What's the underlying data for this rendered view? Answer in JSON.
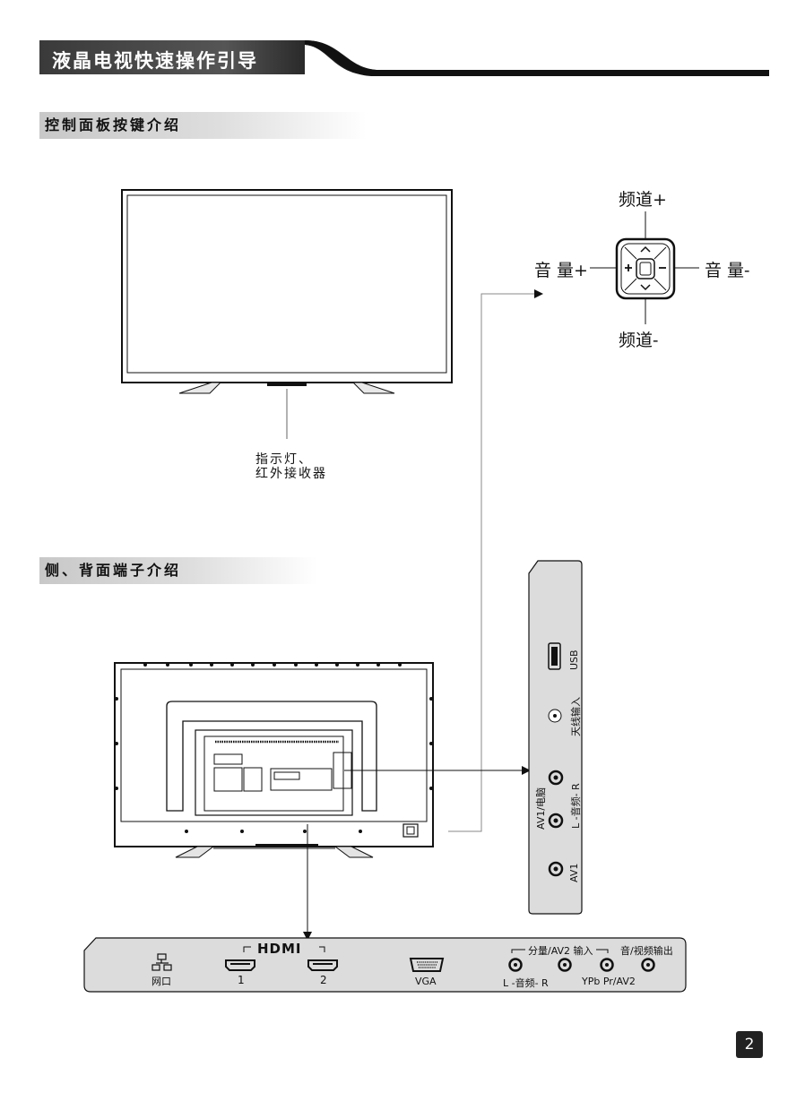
{
  "header": {
    "title": "液晶电视快速操作引导"
  },
  "sections": {
    "control_panel": "控制面板按键介绍",
    "rear_ports": "侧、背面端子介绍"
  },
  "keypad": {
    "top": "频道+",
    "bottom": "频道-",
    "left": "音 量+",
    "right": "音 量-"
  },
  "indicator_note": {
    "line1": "指示灯、",
    "line2": "红外接收器"
  },
  "side_panel": {
    "usb": "USB",
    "antenna": "天线输入",
    "av1_pc_group": "AV1/电脑",
    "audio_lr": "L -音频- R",
    "av1": "AV1"
  },
  "bottom_panel": {
    "lan": "网口",
    "hdmi_logo": "HDMI",
    "hdmi1": "1",
    "hdmi2": "2",
    "vga": "VGA",
    "group_component": "分量/AV2 输入",
    "group_av_out": "音/视频输出",
    "audio_lr": "L -音频- R",
    "ypbpr": "YPb Pr/AV2"
  },
  "page_number": "2"
}
